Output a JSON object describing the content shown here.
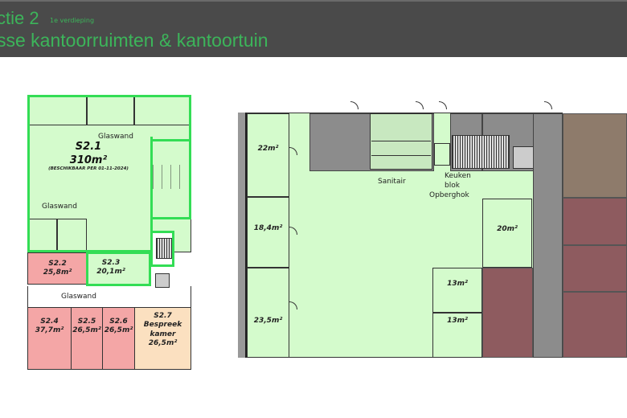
{
  "header": {
    "title_part": "ctie 2",
    "floor": "1e verdieping",
    "subtitle": "sse kantoorruimten & kantoortuin"
  },
  "left_plan": {
    "s21": {
      "name": "S2.1",
      "area": "310m²",
      "availability": "(BESCHIKBAAR PER 01-11-2024)"
    },
    "glaswand_labels": [
      "Glaswand",
      "Glaswand",
      "Glaswand"
    ],
    "rooms": [
      {
        "name": "S2.2",
        "area": "25,8m²"
      },
      {
        "name": "S2.3",
        "area": "20,1m²"
      },
      {
        "name": "S2.4",
        "area": "37,7m²"
      },
      {
        "name": "S2.5",
        "area": "26,5m²"
      },
      {
        "name": "S2.6",
        "area": "26,5m²"
      },
      {
        "name": "S2.7",
        "area": "Bespreek kamer 26,5m²"
      }
    ]
  },
  "right_plan": {
    "rooms": [
      "22m²",
      "18,4m²",
      "23,5m²",
      "20m²",
      "13m²",
      "13m²"
    ],
    "labels": {
      "sanitair": "Sanitair",
      "keuken": "Keuken",
      "blok": "blok",
      "opberghok": "Opberghok"
    }
  },
  "colors": {
    "available": "#d4fbcc",
    "outline": "#33dd55",
    "rented": "#f4a6a6",
    "meeting": "#fbe0c0",
    "other": "#8e5b5f"
  }
}
